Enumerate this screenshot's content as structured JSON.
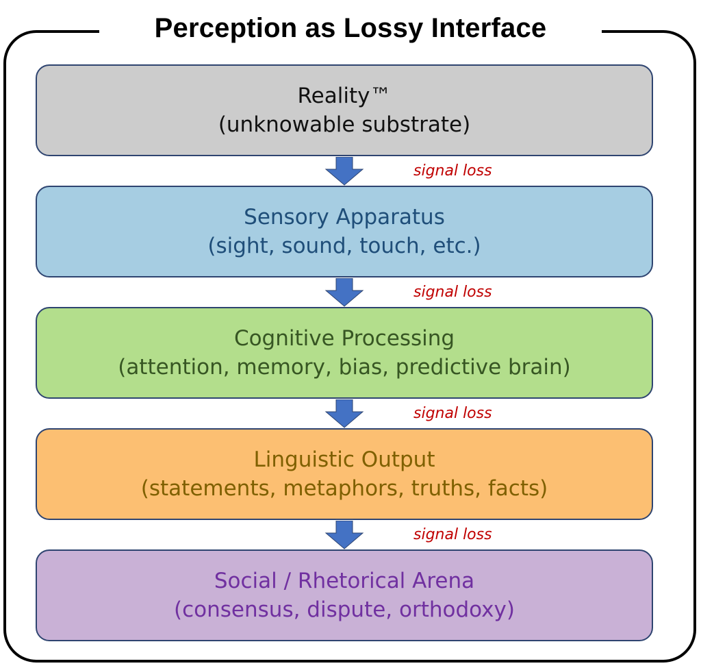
{
  "title": "Perception as Lossy Interface",
  "layers": [
    {
      "heading": "Reality™",
      "detail": "(unknowable substrate)",
      "fill": "#cccccc",
      "text_color": "#111111"
    },
    {
      "heading": "Sensory Apparatus",
      "detail": "(sight, sound, touch, etc.)",
      "fill": "#a6cde2",
      "text_color": "#1f4e79"
    },
    {
      "heading": "Cognitive Processing",
      "detail": "(attention, memory, bias, predictive brain)",
      "fill": "#b3de8c",
      "text_color": "#375623"
    },
    {
      "heading": "Linguistic Output",
      "detail": "(statements, metaphors, truths, facts)",
      "fill": "#fcbf72",
      "text_color": "#7f6000"
    },
    {
      "heading": "Social / Rhetorical Arena",
      "detail": "(consensus, dispute, orthodoxy)",
      "fill": "#c9b1d6",
      "text_color": "#7030a0"
    }
  ],
  "connectors": [
    {
      "label": "signal loss",
      "icon": "down-arrow-icon",
      "color": "#4472c4"
    },
    {
      "label": "signal loss",
      "icon": "down-arrow-icon",
      "color": "#4472c4"
    },
    {
      "label": "signal loss",
      "icon": "down-arrow-icon",
      "color": "#4472c4"
    },
    {
      "label": "signal loss",
      "icon": "down-arrow-icon",
      "color": "#4472c4"
    }
  ]
}
